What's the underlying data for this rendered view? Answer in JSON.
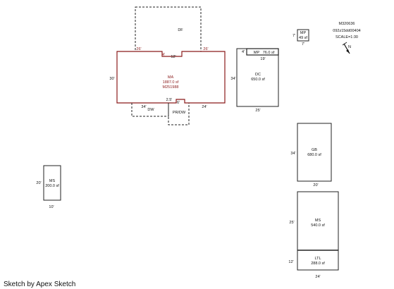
{
  "header": {
    "id": "M320636",
    "parcel": "092z15dd00404",
    "scale": "SCALE=1:30"
  },
  "compass": {
    "label": "N"
  },
  "areas": {
    "df": {
      "code": "DF"
    },
    "ma": {
      "code": "MA",
      "area": "1887.0 sf",
      "id": "M251988",
      "dim_top_left": "26'",
      "dim_top_mid_a": "4'",
      "dim_top_mid_b": "12'",
      "dim_top_right": "26'",
      "dim_left": "30'",
      "dim_bottom_a": "34'",
      "dim_bottom_b": "2.5'",
      "dim_bottom_c": "6'",
      "dim_bottom_d": "24'"
    },
    "dw": {
      "code": "DW"
    },
    "prdw": {
      "code": "PR/DW"
    },
    "mp_small": {
      "code": "MP",
      "area": "49 sf",
      "dim_left": "7'",
      "dim_bottom": "7'"
    },
    "mp_strip": {
      "code": "MP",
      "area": "76.0 sf",
      "dim_left": "4'",
      "dim_bottom": "19'"
    },
    "dc": {
      "code": "DC",
      "area": "650.0 sf",
      "dim_left": "34'",
      "dim_bottom": "25'"
    },
    "gb": {
      "code": "GB",
      "area": "680.0 sf",
      "dim_left": "34'",
      "dim_bottom": "20'"
    },
    "ms_left": {
      "code": "MS",
      "area": "200.0 sf",
      "dim_left": "20'",
      "dim_bottom": "10'"
    },
    "ms_right": {
      "code": "MS",
      "area": "540.0 sf",
      "dim_left": "25'"
    },
    "ltl": {
      "code": "LTL",
      "area": "288.0 sf",
      "dim_left": "12'",
      "dim_bottom": "24'"
    }
  },
  "footer": {
    "text": "Sketch by Apex Sketch"
  },
  "colors": {
    "main_outline": "#8b1a1a",
    "lines": "#222222"
  }
}
